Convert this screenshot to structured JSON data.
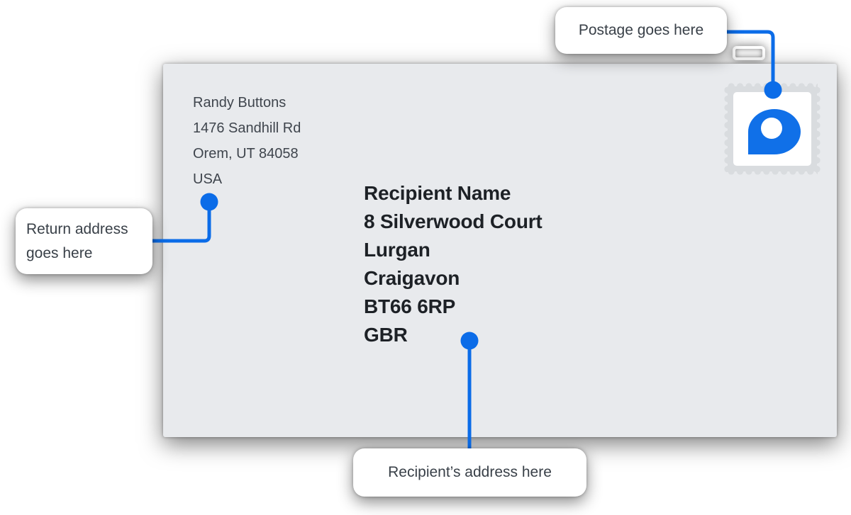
{
  "colors": {
    "accent_blue": "#0b6ce8",
    "logo_blue": "#1070e8",
    "envelope_bg": "#e8eaed",
    "stamp_border": "#d9dcdf",
    "label_text": "#394048",
    "return_text": "#3f454d",
    "recipient_text": "#1d2126",
    "page_bg": "#ffffff"
  },
  "envelope": {
    "return_address": {
      "lines": [
        "Randy Buttons",
        "1476 Sandhill Rd",
        "Orem, UT 84058",
        "USA"
      ]
    },
    "recipient_address": {
      "lines": [
        "Recipient Name",
        "8 Silverwood Court",
        "Lurgan",
        "Craigavon",
        "BT66 6RP",
        "GBR"
      ]
    },
    "stamp": {
      "logo_icon": "brand-pin-logo-icon"
    }
  },
  "callouts": {
    "postage": "Postage goes here",
    "return": "Return address goes here",
    "recipient": "Recipient’s address here"
  }
}
